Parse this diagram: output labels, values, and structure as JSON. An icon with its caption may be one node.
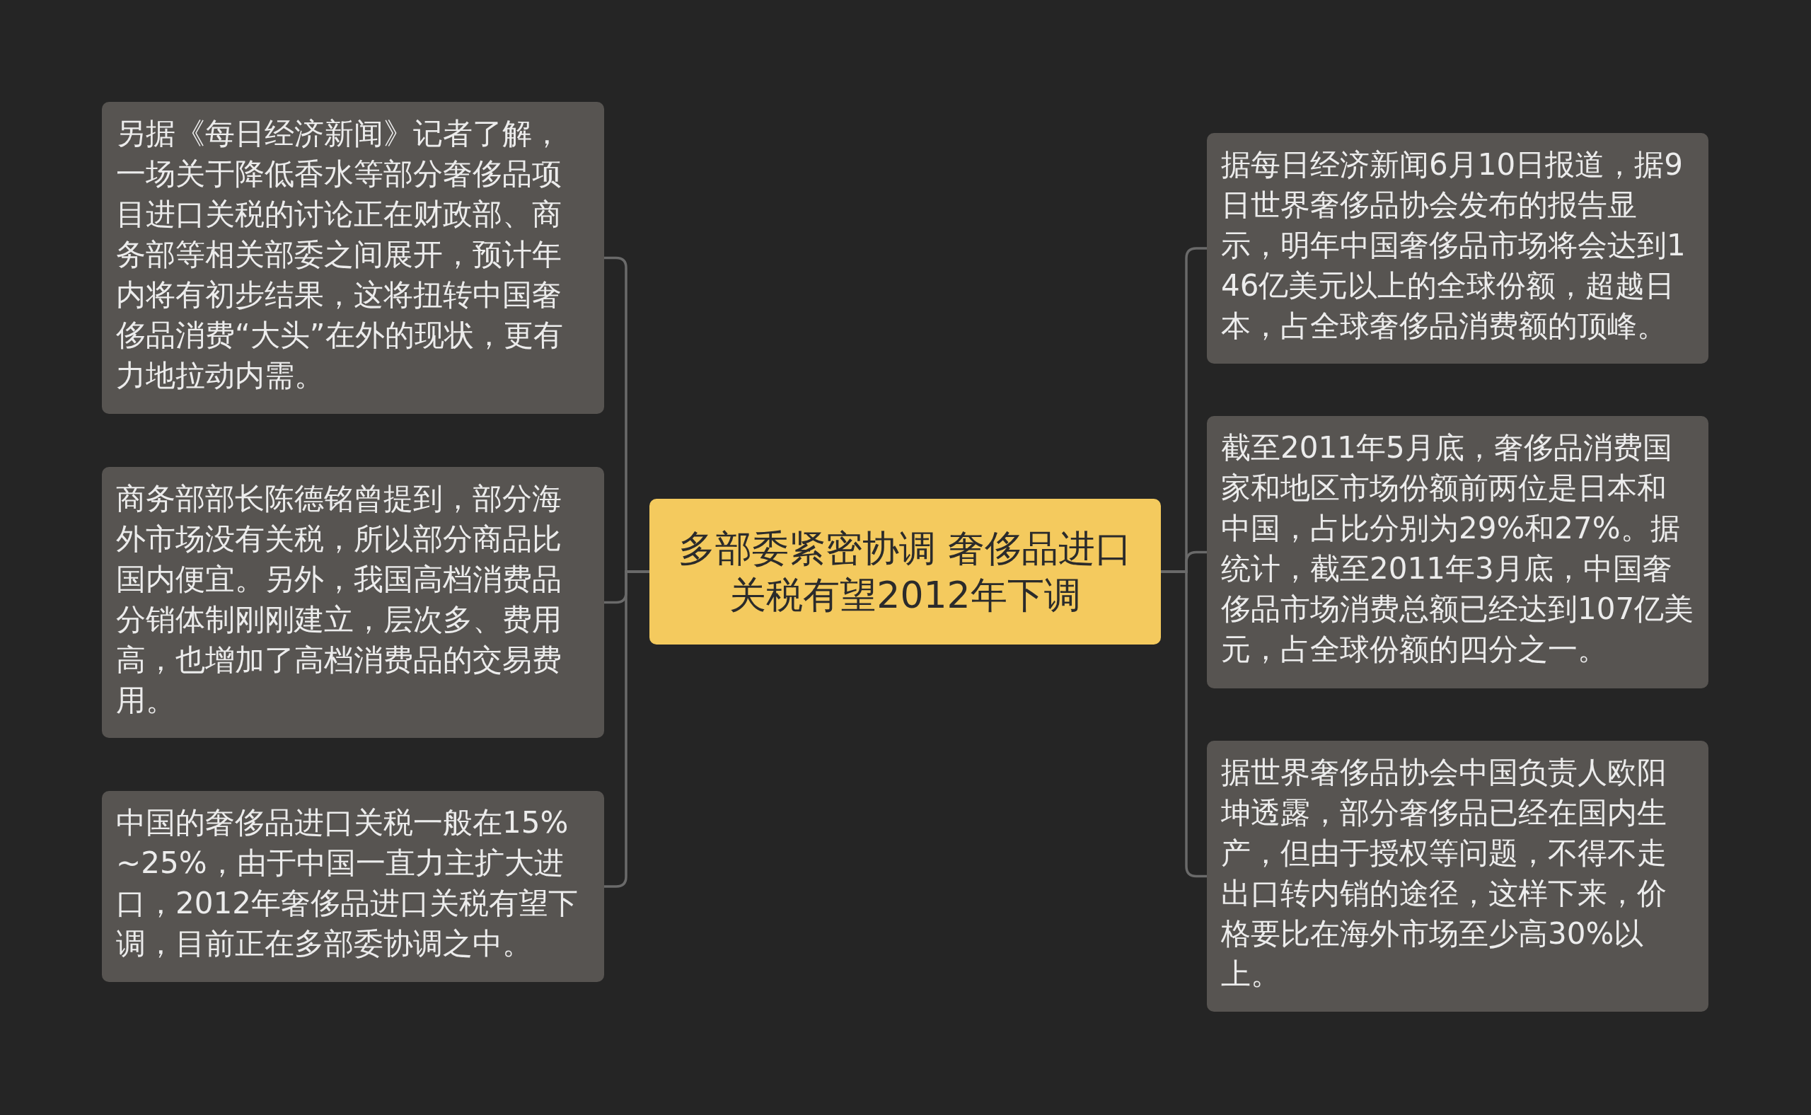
{
  "diagram": {
    "nodes": [
      {
        "text": [
          "多部委紧密协调 奢侈品进口关税有望2012年下调"
        ]
      },
      {
        "text": [
          "另据《每日经济新闻》记者了解，一场关于降低香水等部分奢侈品项目进口关税的讨论正在财政部、商务部等相关部委之间展开，预计年内将有初步结果，这将扭转中国奢侈品消费“大头”在外的现状，更有力地拉动内需。"
        ]
      },
      {
        "text": [
          "商务部部长陈德铭曾提到，部分海外市场没有关税，所以部分商品比国内便宜。另外，我国高档消费品分销体制刚刚建立，层次多、费用高，也增加了高档消费品的交易费用。"
        ]
      },
      {
        "text": [
          "中国的奢侈品进口关税一般在15%~25%，由于中国一直力主扩大进口，2012年奢侈品进口关税有望下调，目前正在多部委协调之中。"
        ]
      },
      {
        "text": [
          "据每日经济新闻6月10日报道，据9日世界奢侈品协会发布的报告显示，明年中国奢侈品市场将会达到146亿美元以上的全球份额，超越日本，占全球奢侈品消费额的顶峰。"
        ]
      },
      {
        "text": [
          "截至2011年5月底，奢侈品消费国家和地区市场份额前两位是日本和中国，占比分别为29%和27%。据统计，截至2011年3月底，中国奢侈品市场消费总额已经达到107亿美元，占全球份额的四分之一。"
        ]
      },
      {
        "text": [
          "据世界奢侈品协会中国负责人欧阳坤透露，部分奢侈品已经在国内生产，但由于授权等问题，不得不走出口转内销的途径，这样下来，价格要比在海外市场至少高30%以上。"
        ]
      }
    ],
    "edges": [
      {
        "from": 0,
        "to": 1,
        "arrow": "none"
      },
      {
        "from": 0,
        "to": 2,
        "arrow": "none"
      },
      {
        "from": 0,
        "to": 3,
        "arrow": "none"
      },
      {
        "from": 0,
        "to": 4,
        "arrow": "none"
      },
      {
        "from": 0,
        "to": 5,
        "arrow": "none"
      },
      {
        "from": 0,
        "to": 6,
        "arrow": "none"
      }
    ]
  }
}
